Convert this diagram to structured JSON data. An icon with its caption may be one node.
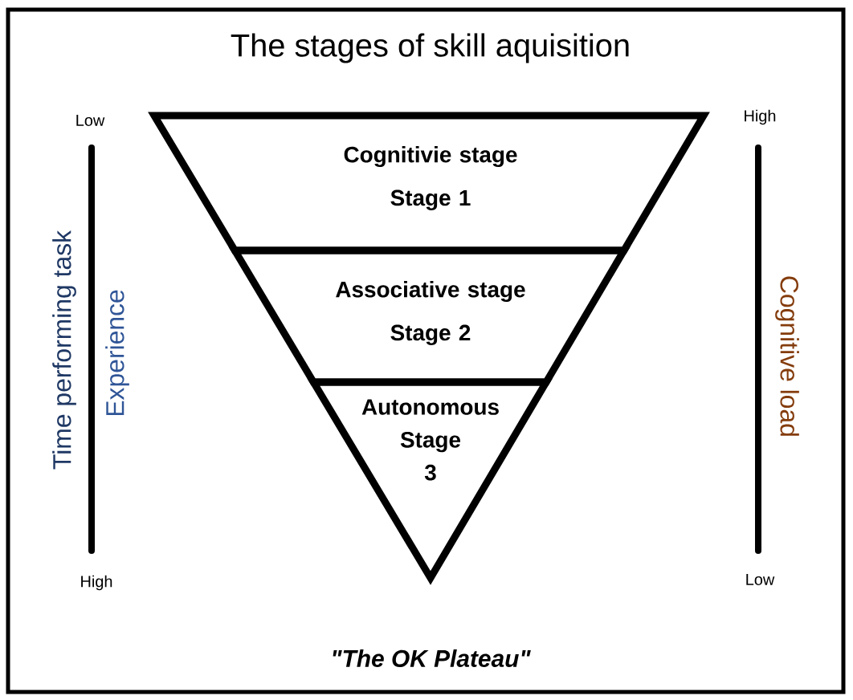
{
  "diagram": {
    "title": "The stages of skill aquisition",
    "caption": "\"The OK Plateau\"",
    "nodes": [
      {
        "text": [
          "Cognitivie stage",
          "Stage 1"
        ]
      },
      {
        "text": [
          "Associative stage",
          "Stage 2"
        ]
      },
      {
        "text": [
          "Autonomous Stage 3"
        ]
      }
    ],
    "labels": [
      "Low",
      "High",
      "Time performing task",
      "Experience",
      "Cognitive load",
      "High",
      "Low"
    ]
  }
}
